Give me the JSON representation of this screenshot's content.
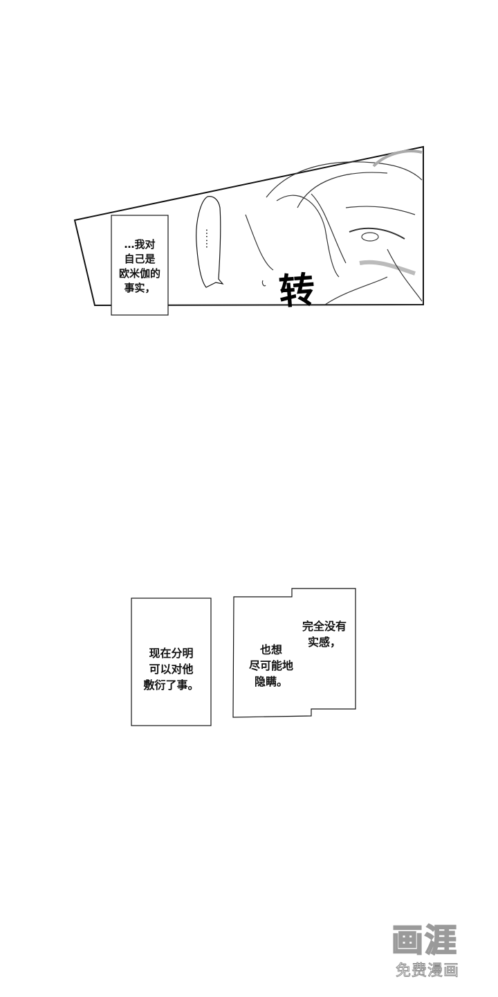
{
  "panel1": {
    "caption": "…我对\n自己是\n欧米伽的\n事实，",
    "speech_bubble": "……",
    "sfx": "转"
  },
  "panel2": {
    "caption_left": "现在分明\n可以对他\n敷衍了事。",
    "caption_right_top": "完全没有\n实感，",
    "caption_right_bottom": "也想\n尽可能地\n隐瞒。"
  },
  "watermark": {
    "logo": "画涯",
    "subtitle": "免费漫画"
  }
}
